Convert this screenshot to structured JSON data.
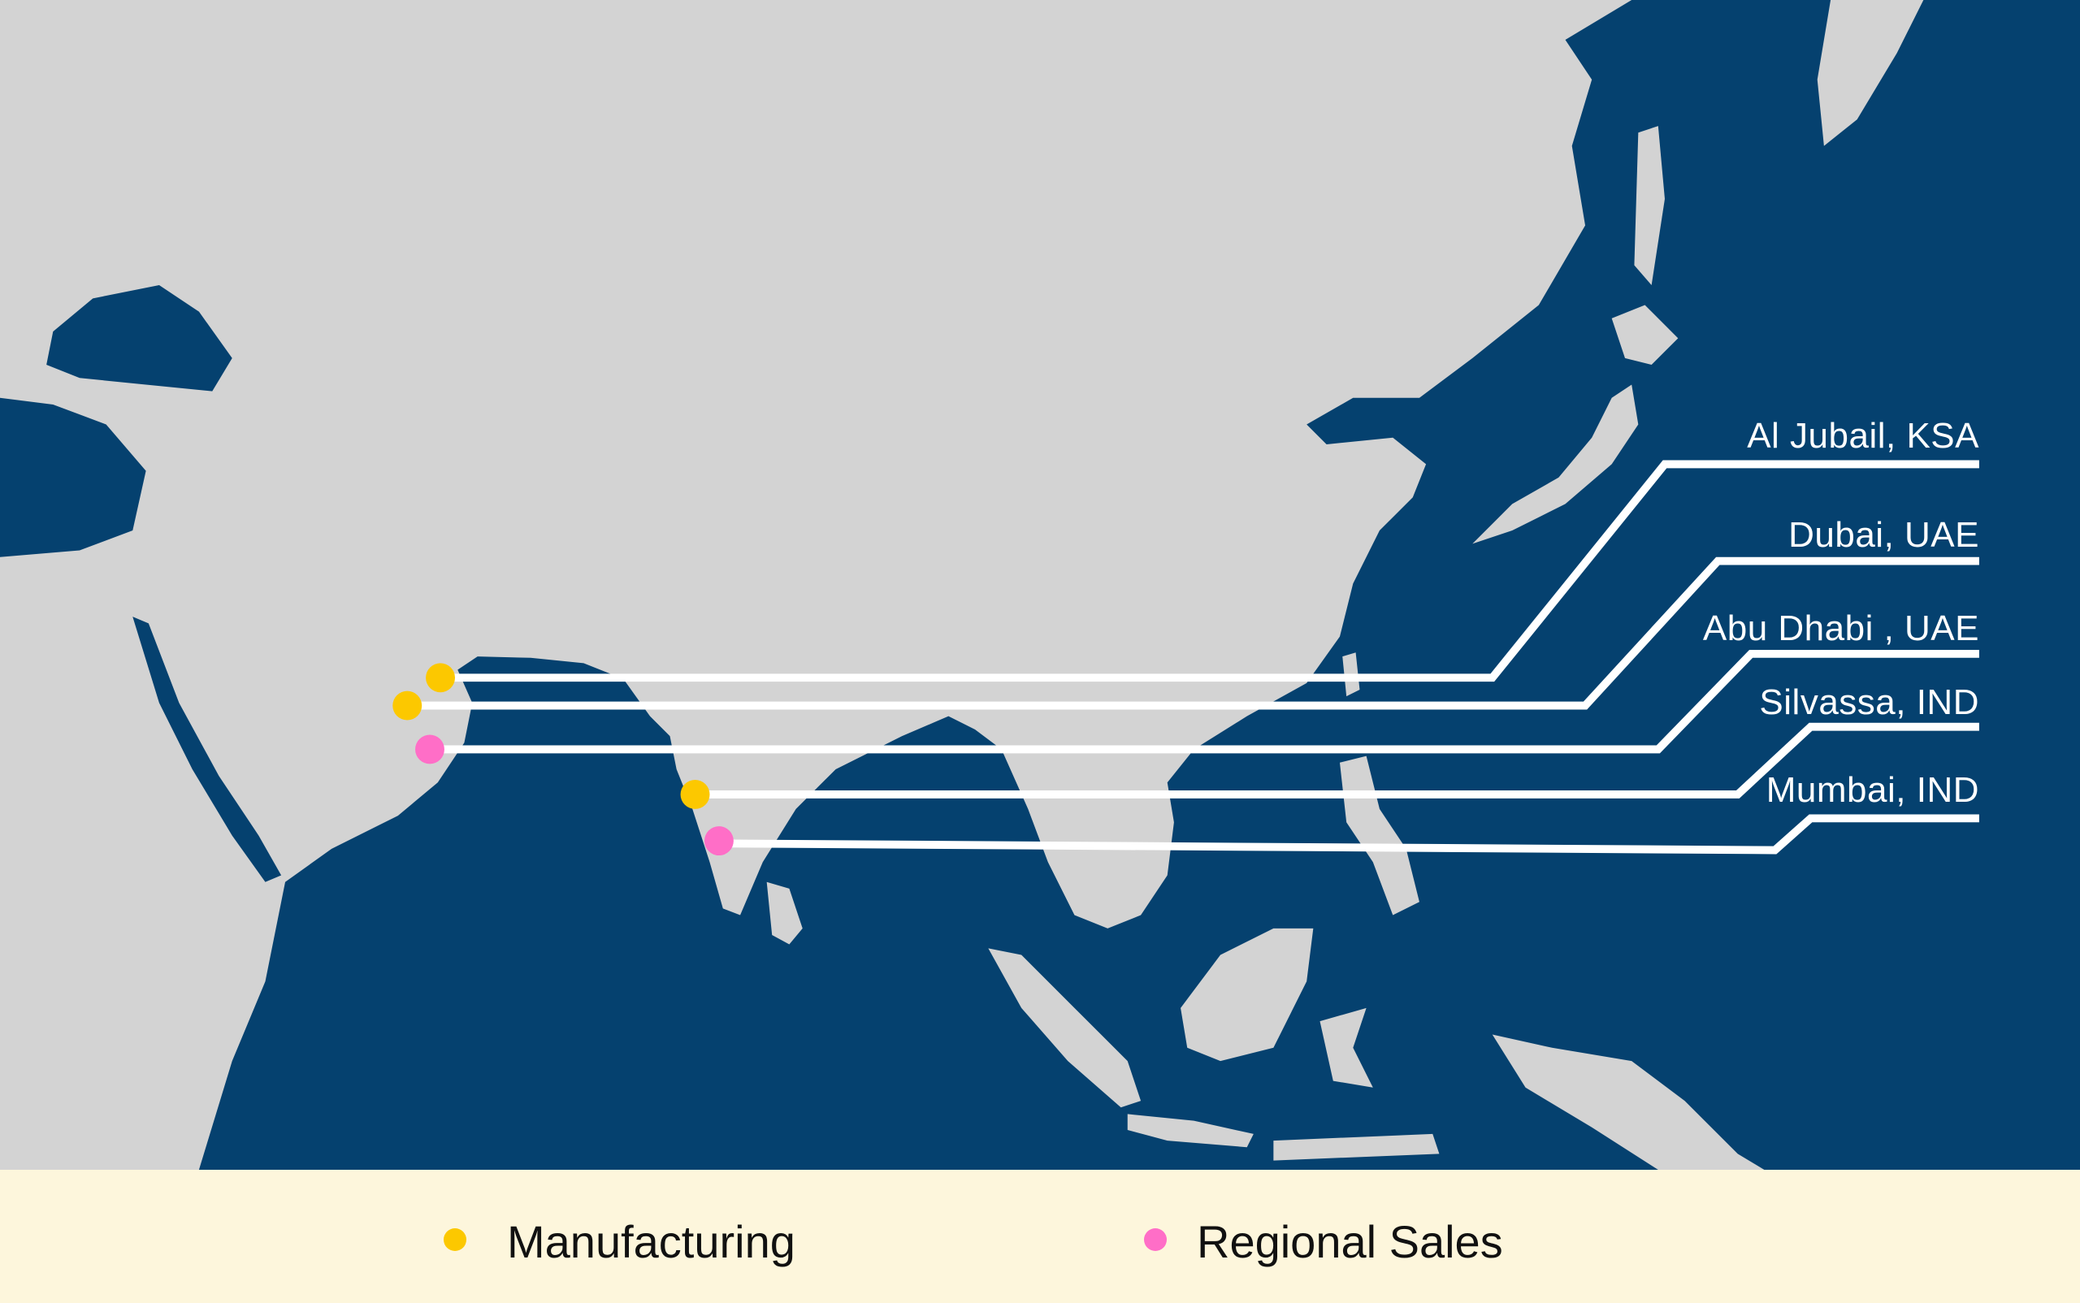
{
  "colors": {
    "land": "#d3d3d3",
    "sea": "#05416f",
    "line": "#ffffff",
    "manufacturing": "#fcc800",
    "regional_sales": "#ff6ec7",
    "legend_bg": "#fdf6dc"
  },
  "locations": [
    {
      "label": "Al Jubail, KSA",
      "type": "Manufacturing"
    },
    {
      "label": "Dubai, UAE",
      "type": "Manufacturing"
    },
    {
      "label": "Abu Dhabi , UAE",
      "type": "Regional Sales"
    },
    {
      "label": "Silvassa, IND",
      "type": "Manufacturing"
    },
    {
      "label": "Mumbai, IND",
      "type": "Regional Sales"
    }
  ],
  "legend": {
    "manufacturing": "Manufacturing",
    "regional_sales": "Regional Sales"
  }
}
